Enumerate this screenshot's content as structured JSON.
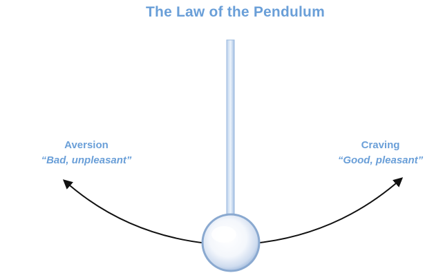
{
  "title": "The Law of the Pendulum",
  "left": {
    "name": "Aversion",
    "description": "“Bad, unpleasant”"
  },
  "right": {
    "name": "Craving",
    "description": "“Good, pleasant”"
  },
  "colors": {
    "text": "#6a9fd8",
    "rod": "#a9c6e8",
    "arc": "#111111",
    "bob_edge": "#8aa9d0"
  }
}
